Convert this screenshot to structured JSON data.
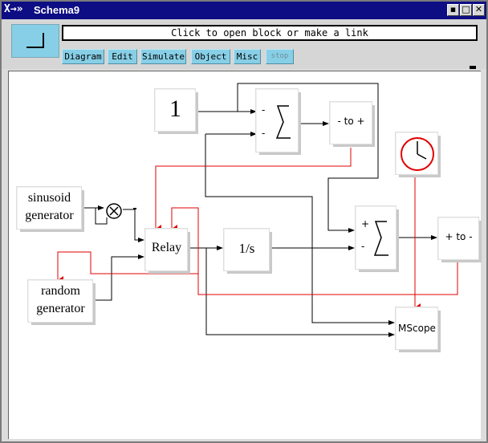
{
  "window": {
    "title": "Schema9",
    "icon_text": "X→»",
    "controls": [
      "▪",
      "□",
      "✕"
    ]
  },
  "toolbar": {
    "message": "Click to open block or make a link",
    "menus": [
      {
        "label": "Diagram"
      },
      {
        "label": "Edit"
      },
      {
        "label": "Simulate"
      },
      {
        "label": "Object"
      },
      {
        "label": "Misc"
      },
      {
        "label": "stop"
      }
    ]
  },
  "blocks": {
    "const": {
      "label": "1"
    },
    "sum1": {
      "sign_top": "-",
      "sign_bottom": "-",
      "symbol": "∑"
    },
    "conv1": {
      "label": "- to +"
    },
    "clock": {
      "label": ""
    },
    "sinusoid": {
      "line1": "sinusoid",
      "line2": "generator"
    },
    "product": {
      "symbol": "⊗"
    },
    "relay": {
      "label": "Relay"
    },
    "integrator": {
      "label": "1/s"
    },
    "sum2": {
      "sign_top": "+",
      "sign_bottom": "-",
      "symbol": "∑"
    },
    "conv2": {
      "label": "+ to -"
    },
    "random": {
      "line1": "random",
      "line2": "generator"
    },
    "mscope": {
      "label": "MScope"
    }
  },
  "colors": {
    "titlebar": "#0d0d84",
    "menu_button": "#87cfe6",
    "event_link": "#e00000",
    "regular_link": "#000000"
  }
}
